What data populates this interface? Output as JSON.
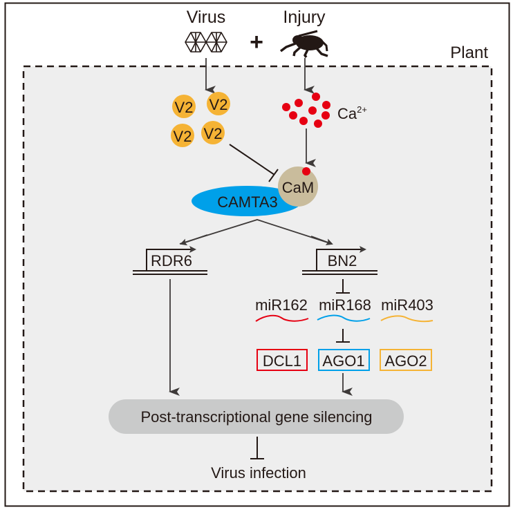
{
  "inputs": {
    "virus_label": "Virus",
    "injury_label": "Injury",
    "plus": "+"
  },
  "compartment_label": "Plant",
  "v2": {
    "label": "V2",
    "count": 4,
    "color": "#F5B335"
  },
  "calcium": {
    "label": "Ca",
    "superscript": "2+",
    "color": "#E60012",
    "count": 9
  },
  "complex": {
    "camta3": {
      "label": "CAMTA3",
      "color": "#00A0E9"
    },
    "cam": {
      "label": "CaM",
      "color": "#C9BC9C"
    }
  },
  "genes": {
    "rdr6": "RDR6",
    "bn2": "BN2"
  },
  "mirnas": [
    {
      "label": "miR162",
      "color": "#E60012"
    },
    {
      "label": "miR168",
      "color": "#00A0E9"
    },
    {
      "label": "miR403",
      "color": "#F5B335"
    }
  ],
  "targets": [
    {
      "label": "DCL1",
      "color": "#E60012"
    },
    {
      "label": "AGO1",
      "color": "#00A0E9"
    },
    {
      "label": "AGO2",
      "color": "#F5B335"
    }
  ],
  "ptgs": {
    "label": "Post-transcriptional gene silencing",
    "color": "#C9CACA"
  },
  "outcome": "Virus infection",
  "colors": {
    "line": "#3E3A39",
    "compartment_fill": "#EEEEEE",
    "border": "#231815"
  }
}
